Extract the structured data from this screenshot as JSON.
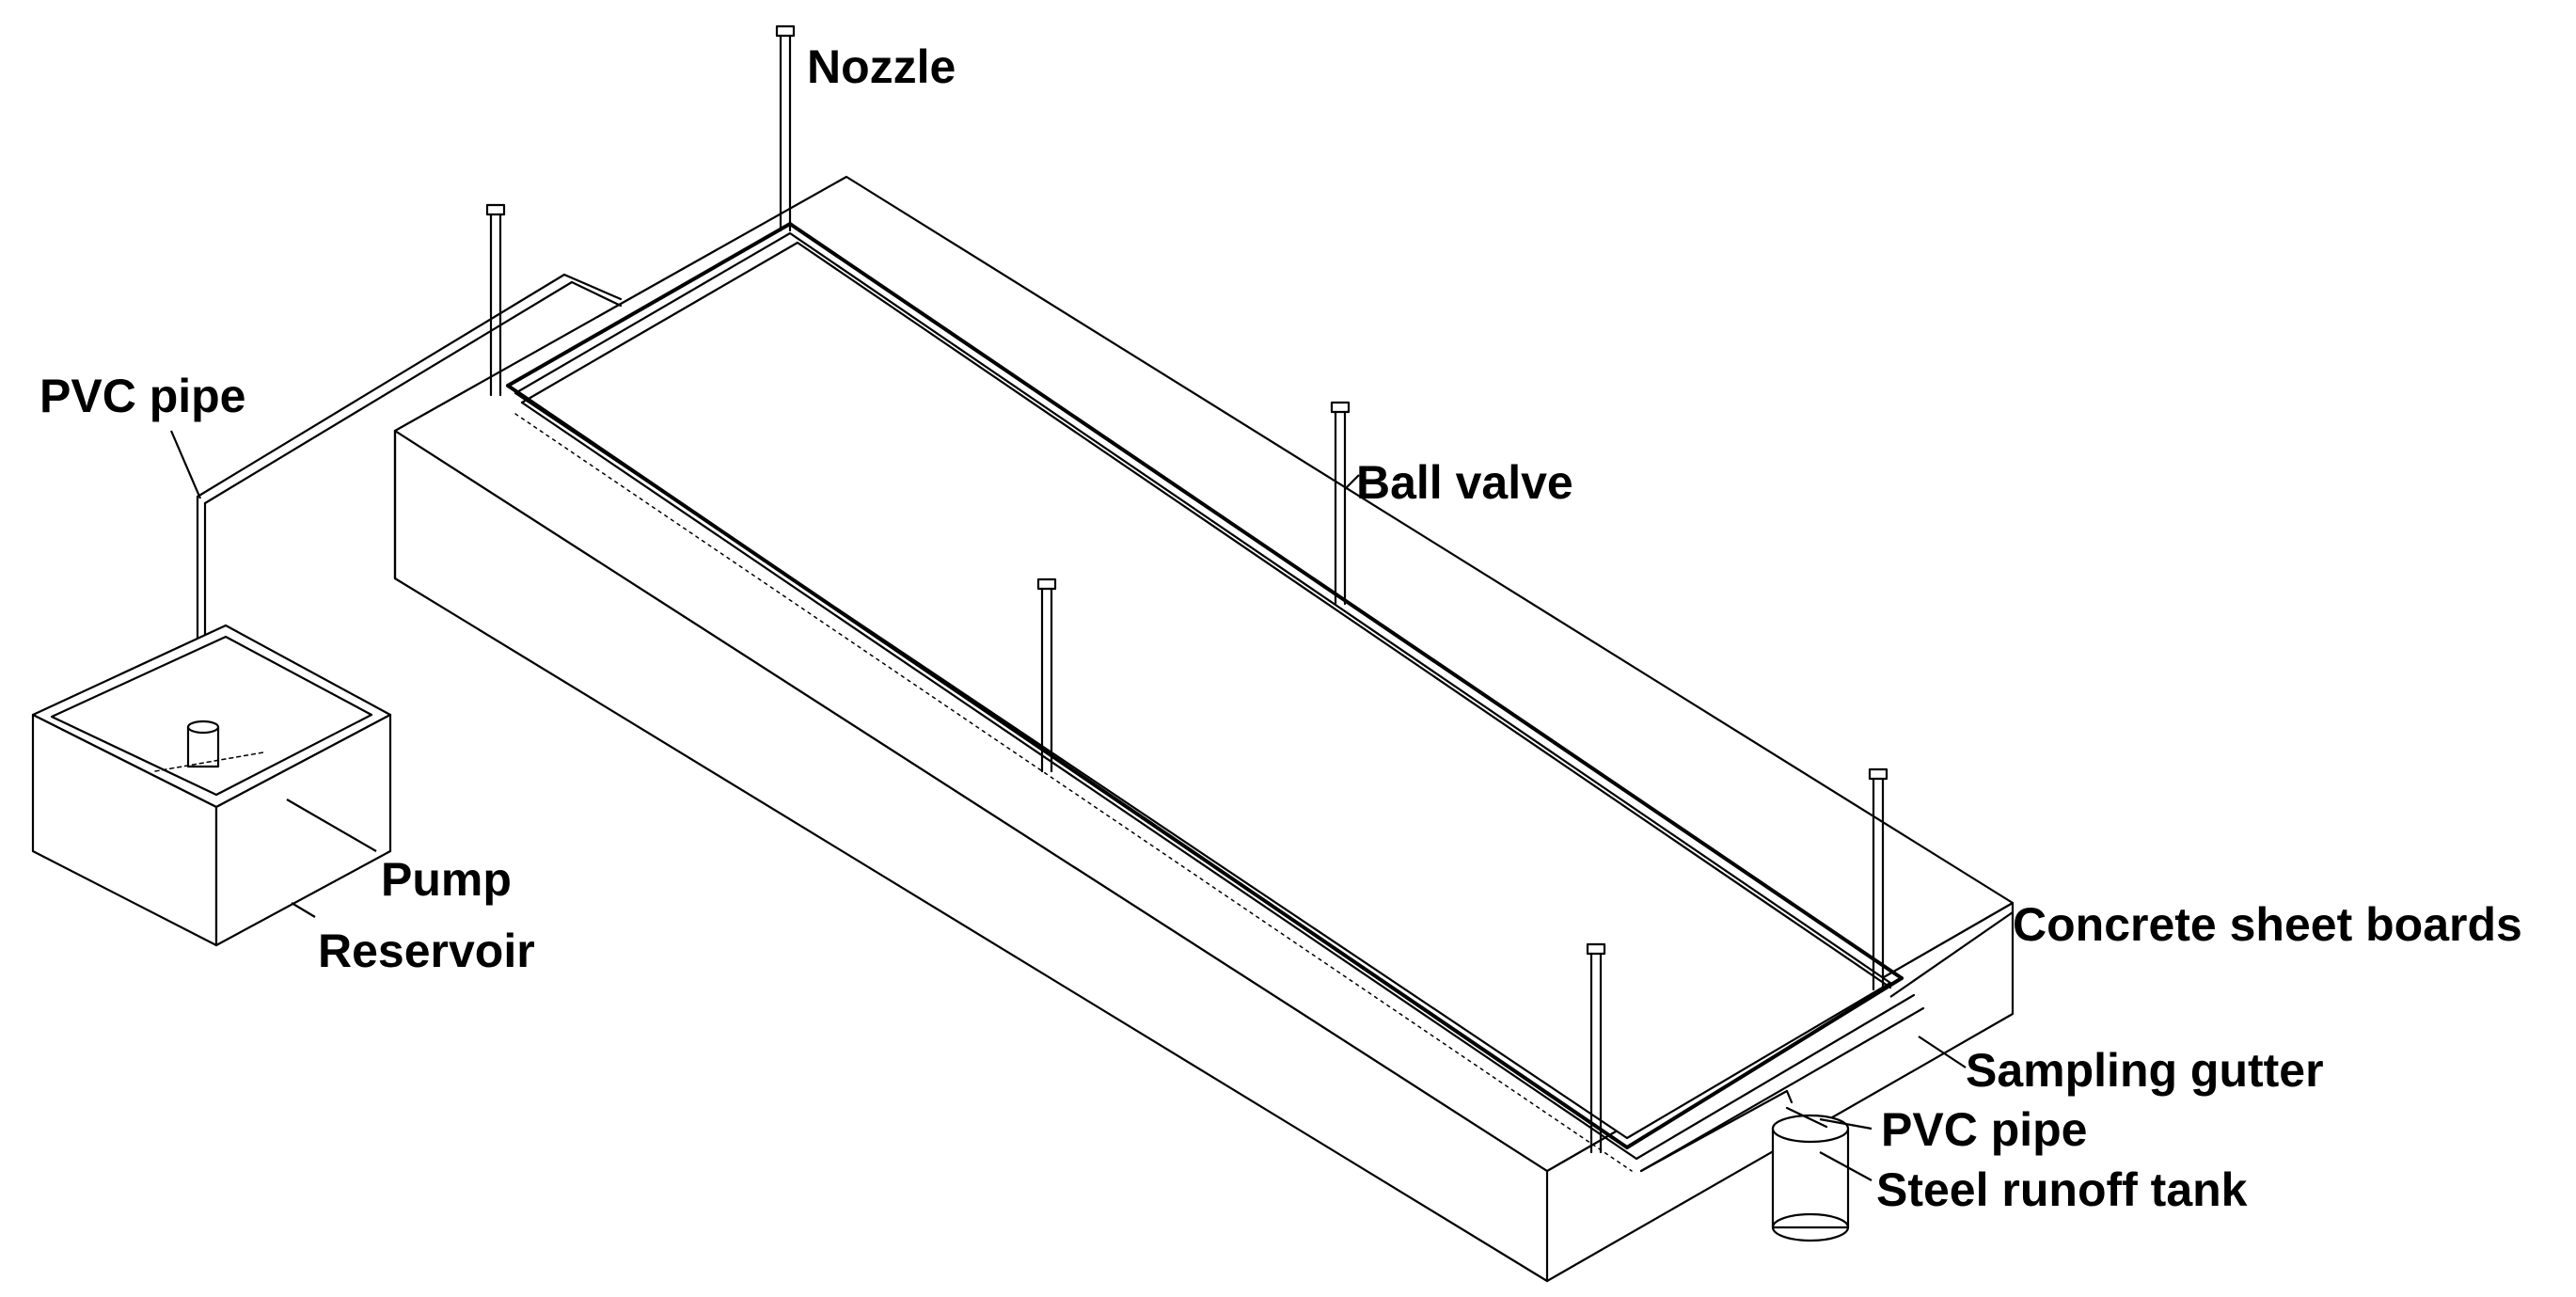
{
  "labels": {
    "nozzle": "Nozzle",
    "pvc_pipe_top": "PVC pipe",
    "ball_valve": "Ball valve",
    "pump": "Pump",
    "reservoir": "Reservoir",
    "concrete_sheet_boards": "Concrete sheet boards",
    "sampling_gutter": "Sampling gutter",
    "pvc_pipe_bottom": "PVC pipe",
    "steel_runoff_tank": "Steel runoff tank"
  },
  "colors": {
    "line": "#000000",
    "background": "#ffffff"
  }
}
